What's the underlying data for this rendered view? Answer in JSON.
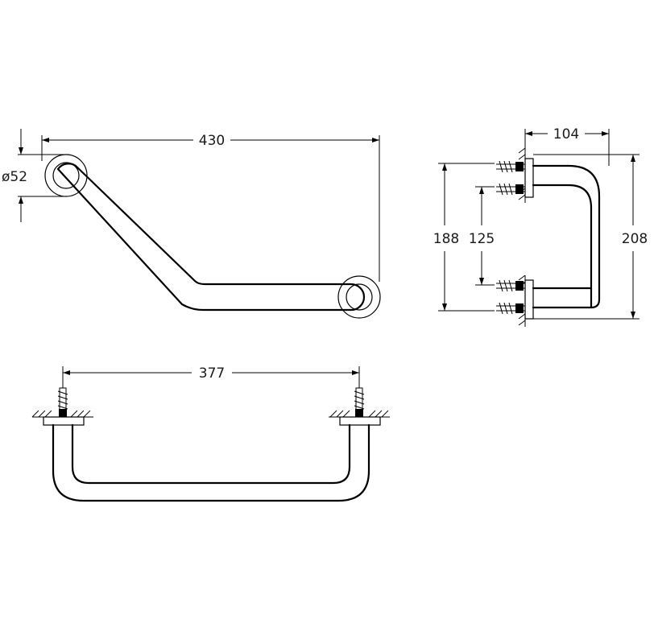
{
  "dimensions": {
    "total_length": "430",
    "flange_diameter": "ø52",
    "bar_length": "377",
    "projection": "104",
    "outer_height": "208",
    "inner_height": "188",
    "fixing_distance": "125"
  },
  "colors": {
    "ink": "#000000",
    "background": "#ffffff"
  }
}
